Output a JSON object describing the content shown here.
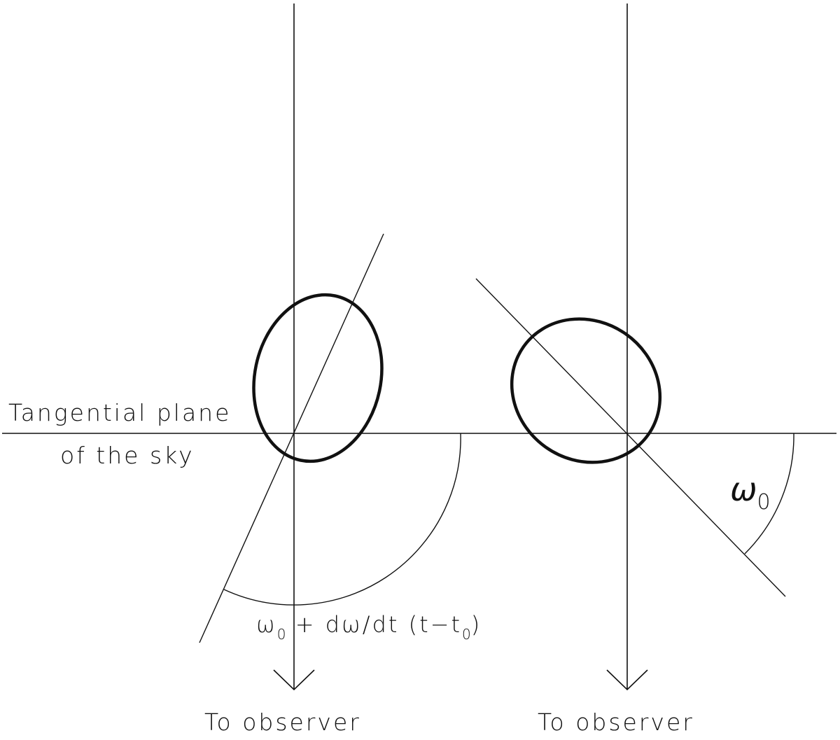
{
  "labels": {
    "plane_line1": "Tangential plane",
    "plane_line2": "of the sky",
    "left_angle_parts": {
      "omega": "ω",
      "sub0": "0",
      "middle": " + dω/dt (t−t",
      "sub1": "0",
      "end": ")"
    },
    "right_angle_parts": {
      "omega": "ω",
      "sub0": "0"
    },
    "observer_left": "To observer",
    "observer_right": "To observer"
  },
  "colors": {
    "line": "#111111",
    "background": "#ffffff"
  }
}
